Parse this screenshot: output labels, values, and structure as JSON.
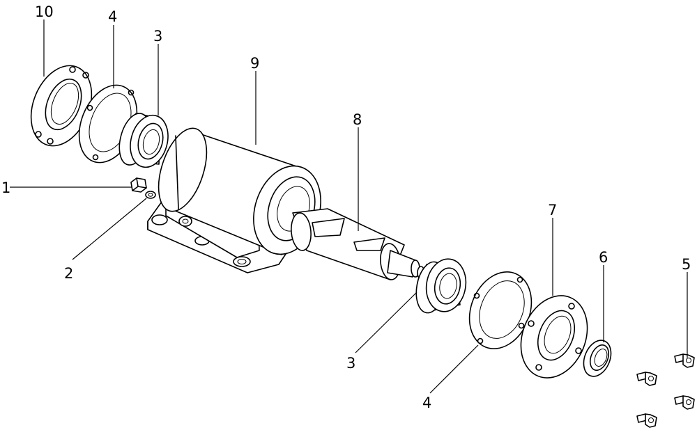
{
  "callouts": [
    {
      "id": "c10",
      "text": "10",
      "part": "flange-cover"
    },
    {
      "id": "c4a",
      "text": "4",
      "part": "gasket"
    },
    {
      "id": "c3a",
      "text": "3",
      "part": "bearing"
    },
    {
      "id": "c9",
      "text": "9",
      "part": "housing"
    },
    {
      "id": "c8",
      "text": "8",
      "part": "shaft"
    },
    {
      "id": "c1",
      "text": "1",
      "part": "plug"
    },
    {
      "id": "c2",
      "text": "2",
      "part": "washer"
    },
    {
      "id": "c7",
      "text": "7",
      "part": "flange-cover"
    },
    {
      "id": "c6",
      "text": "6",
      "part": "oil-seal"
    },
    {
      "id": "c5",
      "text": "5",
      "part": "bolt"
    },
    {
      "id": "c3b",
      "text": "3",
      "part": "bearing"
    },
    {
      "id": "c4b",
      "text": "4",
      "part": "gasket"
    }
  ]
}
